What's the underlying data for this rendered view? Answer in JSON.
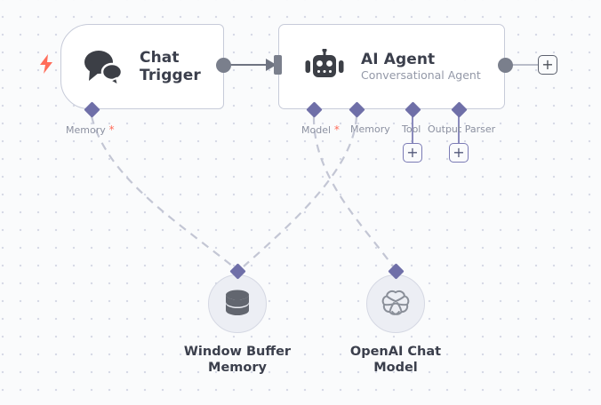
{
  "canvas": {
    "background_color": "#fafbfc",
    "grid_dot_color": "#d7dae6"
  },
  "nodes": [
    {
      "id": "chat-trigger",
      "type": "trigger",
      "title": "Chat\nTrigger",
      "subtitle": "",
      "icon": "chat-bubbles-icon",
      "trigger_badge": "lightning-bolt-icon",
      "ports": {
        "inputs": [],
        "outputs": [
          "main"
        ],
        "sub_inputs": [
          {
            "label": "Memory",
            "required": true
          }
        ]
      }
    },
    {
      "id": "ai-agent",
      "type": "standard",
      "title": "AI Agent",
      "subtitle": "Conversational Agent",
      "icon": "robot-icon",
      "ports": {
        "inputs": [
          "main"
        ],
        "outputs": [
          "main"
        ],
        "sub_inputs": [
          {
            "label": "Model",
            "required": true
          },
          {
            "label": "Memory",
            "required": false
          },
          {
            "label": "Tool",
            "required": false
          },
          {
            "label": "Output Parser",
            "required": false
          }
        ]
      }
    }
  ],
  "subnodes": [
    {
      "id": "window-buffer-memory",
      "label": "Window Buffer\nMemory",
      "icon": "database-icon"
    },
    {
      "id": "openai-chat-model",
      "label": "OpenAI Chat\nModel",
      "icon": "openai-icon"
    }
  ],
  "add_buttons": {
    "glyph": "+",
    "main_output": {
      "name": "add-node-after-ai-agent",
      "color": "#5c616e"
    },
    "tool": {
      "name": "add-tool-node",
      "color": "#7b7bb5"
    },
    "output_parser": {
      "name": "add-output-parser-node",
      "color": "#7b7bb5"
    }
  },
  "colors": {
    "accent_purple": "#6f6fa8",
    "port_gray": "#7a7f8c",
    "trigger_red": "#ff6d5a",
    "node_border": "#c7cbd9",
    "edge_dashed": "#c3c6d4",
    "edge_solid": "#6f7481"
  }
}
